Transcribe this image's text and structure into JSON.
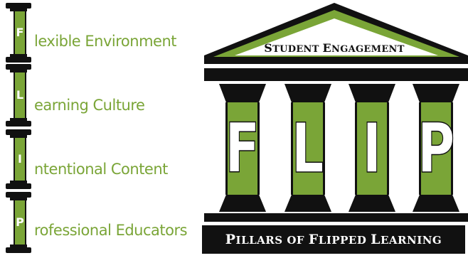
{
  "acronym_items": [
    {
      "letter": "F",
      "rest": "lexible Environment"
    },
    {
      "letter": "L",
      "rest": "earning Culture"
    },
    {
      "letter": "I",
      "rest": "ntentional Content"
    },
    {
      "letter": "P",
      "rest": "rofessional Educators"
    }
  ],
  "temple": {
    "roof": {
      "word1_initial": "S",
      "word1_rest": "TUDENT",
      "word2_initial": "E",
      "word2_rest": "NGAGEMENT"
    },
    "pillars": [
      "F",
      "L",
      "I",
      "P"
    ],
    "footer": {
      "w1_initial": "P",
      "w1_rest": "ILLARS",
      "w2": "OF",
      "w3_initial": "F",
      "w3_rest": "LIPPED",
      "w4_initial": "L",
      "w4_rest": "EARNING"
    }
  },
  "colors": {
    "accent_green": "#7aa537",
    "pillar_black": "#111111",
    "roof_light": "#ffffff"
  }
}
